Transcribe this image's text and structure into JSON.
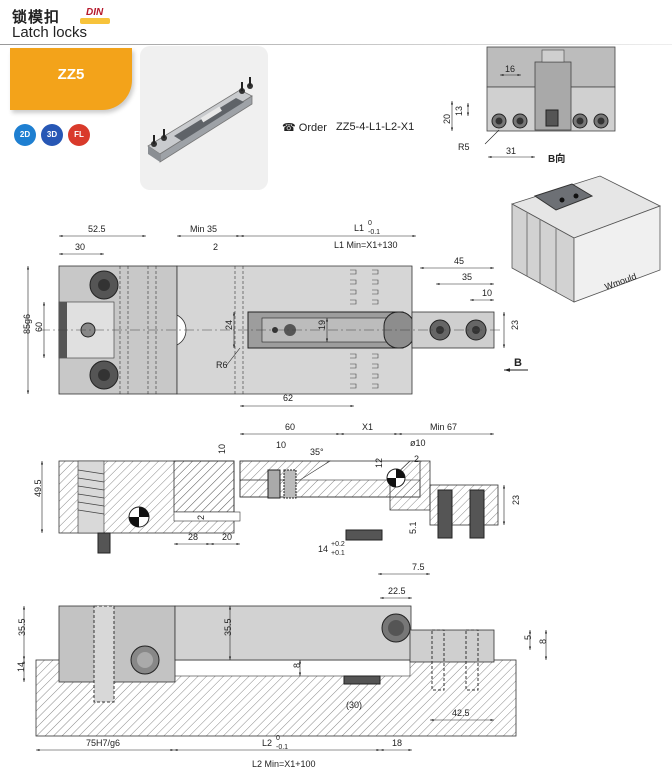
{
  "header": {
    "title_cn": "锁模扣",
    "title_en": "Latch locks",
    "din_badge": "DIN",
    "model": "ZZ5",
    "badges": [
      {
        "label": "2D",
        "color": "#1e7fd1"
      },
      {
        "label": "3D",
        "color": "#2757b5"
      },
      {
        "label": "FL",
        "color": "#d93a2b"
      }
    ]
  },
  "order": {
    "icon": "phone-icon",
    "label": "Order",
    "code": "ZZ5-4-L1-L2-X1"
  },
  "view_b": {
    "dim_16": "16",
    "dim_20": "20",
    "dim_13": "13",
    "dim_r5": "R5",
    "dim_31": "31",
    "title": "B向"
  },
  "iso_label": "Wmould",
  "top_view": {
    "d_52_5": "52.5",
    "d_30": "30",
    "d_min35": "Min 35",
    "d_2": "2",
    "d_l1": "L1",
    "d_l1_tol_top": "0",
    "d_l1_tol_bot": "-0.1",
    "d_l1min": "L1 Min=X1+130",
    "d_45": "45",
    "d_35": "35",
    "d_10": "10",
    "d_85g6": "85g6",
    "d_60": "60",
    "d_24": "24",
    "d_19": "19",
    "d_23": "23",
    "d_r6": "R6",
    "arrow_b": "B"
  },
  "side_view": {
    "d_62": "62",
    "d_60": "60",
    "d_x1": "X1",
    "d_min67": "Min 67",
    "d_10a": "10",
    "d_10b": "10",
    "d_35deg": "35°",
    "d_phi10": "ø10",
    "d_12": "12",
    "d_2a": "2",
    "d_49_5": "49.5",
    "d_2b": "2",
    "d_28": "28",
    "d_20": "20",
    "d_14": "14",
    "d_14_tol_top": "+0.2",
    "d_14_tol_bot": "+0.1",
    "d_5_1": "5.1",
    "d_23": "23",
    "d_7_5": "7.5"
  },
  "bottom_view": {
    "d_22_5": "22.5",
    "d_35_5a": "35.5",
    "d_35_5b": "35.5",
    "d_14": "14",
    "d_8": "8",
    "d_5": "5",
    "d_8b": "8",
    "d_30p": "(30)",
    "d_42_5": "42.5",
    "d_75h7": "75H7/g6",
    "d_l2": "L2",
    "d_l2_tol_top": "0",
    "d_l2_tol_bot": "-0.1",
    "d_18": "18",
    "d_l2min": "L2 Min=X1+100"
  }
}
